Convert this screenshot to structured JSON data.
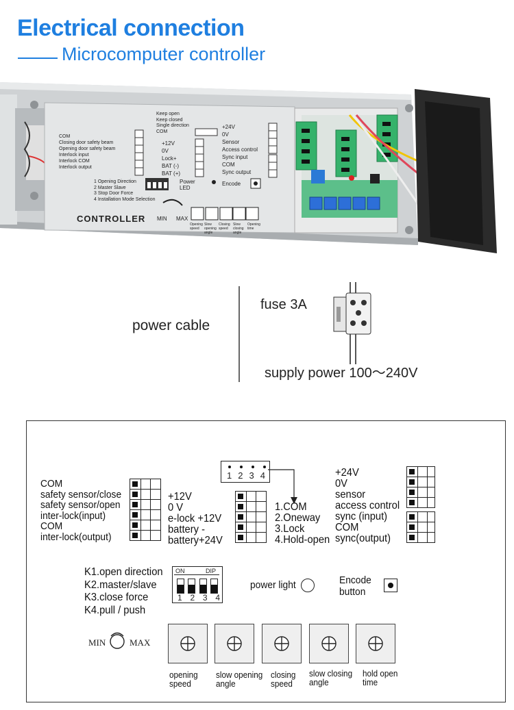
{
  "header": {
    "title": "Electrical connection",
    "subtitle": "Microcomputer controller"
  },
  "photo": {
    "left_labels": [
      "COM",
      "Closing door safety beam",
      "Opening door safety beam",
      "Interlock input",
      "Interlock COM",
      "Interlock output"
    ],
    "top_labels": [
      "Keep open",
      "Keep closed",
      "Single direction",
      "COM"
    ],
    "mid_labels": [
      "+12V",
      "0V",
      "Lock+",
      "BAT (-)",
      "BAT (+)"
    ],
    "right_labels": [
      "+24V",
      "0V",
      "Sensor",
      "Access control",
      "Sync input",
      "COM",
      "Sync output"
    ],
    "dip_labels": [
      "1 Opening Direction",
      "2 Master Slave",
      "3 Stop Door Force",
      "4 Installation Mode Selection"
    ],
    "power_led": "Power LED",
    "encode": "Encode",
    "controller": "CONTROLLER",
    "min": "MIN",
    "max": "MAX",
    "knob_labels": [
      "Opening speed",
      "Slow opening angle",
      "Closing speed",
      "Slow closing angle",
      "Opening time"
    ]
  },
  "power": {
    "cable_label": "power cable",
    "fuse_label": "fuse 3A",
    "supply_label": "supply power 100～240V"
  },
  "diagram": {
    "left_labels": [
      "COM",
      "safety sensor/close",
      "safety sensor/open",
      "inter-lock(input)",
      "COM",
      "inter-lock(output)"
    ],
    "mid_labels": [
      "+12V",
      "0 V",
      "e-lock +12V",
      "battery -",
      "battery+24V"
    ],
    "pin_numbers": [
      "1",
      "2",
      "3",
      "4"
    ],
    "mode_labels": [
      "1.COM",
      "2.Oneway",
      "3.Lock",
      "4.Hold-open"
    ],
    "right_labels": [
      "+24V",
      "0V",
      "sensor",
      "access control",
      "sync (input)",
      "COM",
      "sync(output)"
    ],
    "k_labels": [
      "K1.open direction",
      "K2.master/slave",
      "K3.close force",
      "K4.pull / push"
    ],
    "dip_on": "ON",
    "dip_title": "DIP",
    "dip_numbers": [
      "1",
      "2",
      "3",
      "4"
    ],
    "power_light": "power light",
    "encode_button_line1": "Encode",
    "encode_button_line2": "button",
    "min": "MIN",
    "max": "MAX",
    "knobs": [
      {
        "line1": "opening",
        "line2": "speed"
      },
      {
        "line1": "slow opening",
        "line2": "angle"
      },
      {
        "line1": "closing",
        "line2": "speed"
      },
      {
        "line1": "slow closing",
        "line2": "angle"
      },
      {
        "line1": "hold open",
        "line2": "time"
      }
    ]
  }
}
